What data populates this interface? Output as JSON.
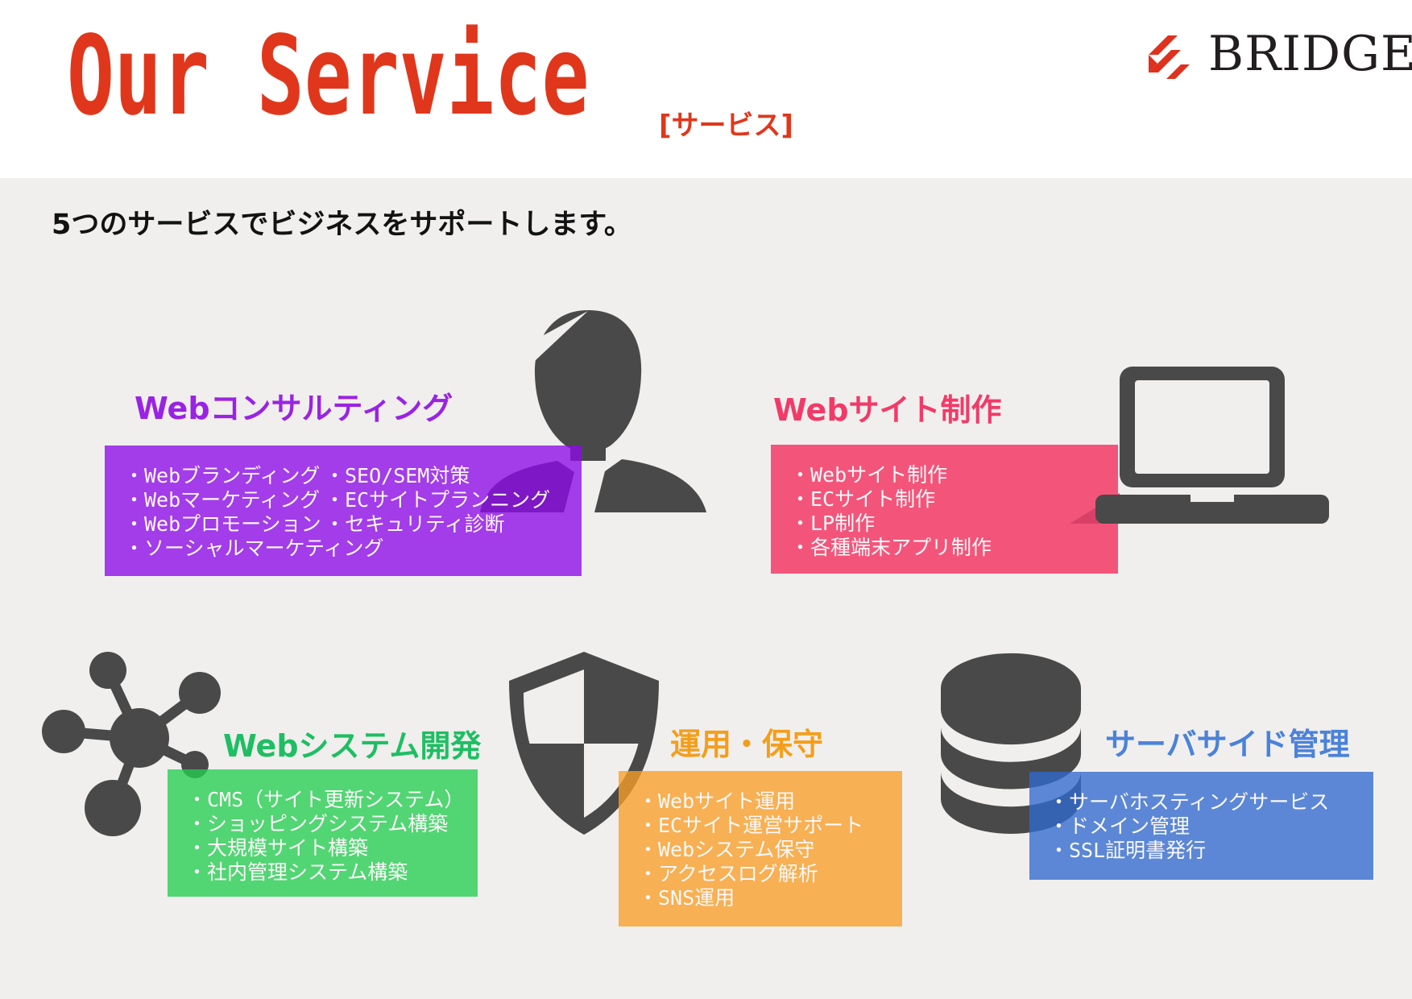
{
  "header": {
    "title": "Our Service",
    "subtitle": "[サービス]",
    "logo_text": "BRIDGE"
  },
  "intro": {
    "heading": "5つのサービスでビジネスをサポートします。"
  },
  "services": [
    {
      "title": "Webコンサルティング",
      "accent": "#9a23e3",
      "icon": "businessman-icon",
      "items_col1": [
        "・Webブランディング",
        "・Webマーケティング",
        "・Webプロモーション",
        "・ソーシャルマーケティング"
      ],
      "items_col2": [
        "・SEO/SEM対策",
        "・ECサイトプランニング",
        "・セキュリティ診断"
      ]
    },
    {
      "title": "Webサイト制作",
      "accent": "#f23a68",
      "icon": "laptop-icon",
      "items": [
        "・Webサイト制作",
        "・ECサイト制作",
        "・LP制作",
        "・各種端末アプリ制作"
      ]
    },
    {
      "title": "Webシステム開発",
      "accent": "#1fbe63",
      "icon": "network-icon",
      "items": [
        "・CMS（サイト更新システム）",
        "・ショッピングシステム構築",
        "・大規模サイト構築",
        "・社内管理システム構築"
      ]
    },
    {
      "title": "運用・保守",
      "accent": "#f59e1b",
      "icon": "shield-icon",
      "items": [
        "・Webサイト運用",
        "・ECサイト運営サポート",
        "・Webシステム保守",
        "・アクセスログ解析",
        "・SNS運用"
      ]
    },
    {
      "title": "サーバサイド管理",
      "accent": "#4b82d9",
      "icon": "database-icon",
      "items": [
        "・サーバホスティングサービス",
        "・ドメイン管理",
        "・SSL証明書発行"
      ]
    }
  ],
  "colors": {
    "title_red": "#e0371c",
    "logo_red": "#e0301e",
    "icon_gray": "#494949",
    "background": "#f0efed",
    "header_background": "#ffffff"
  }
}
